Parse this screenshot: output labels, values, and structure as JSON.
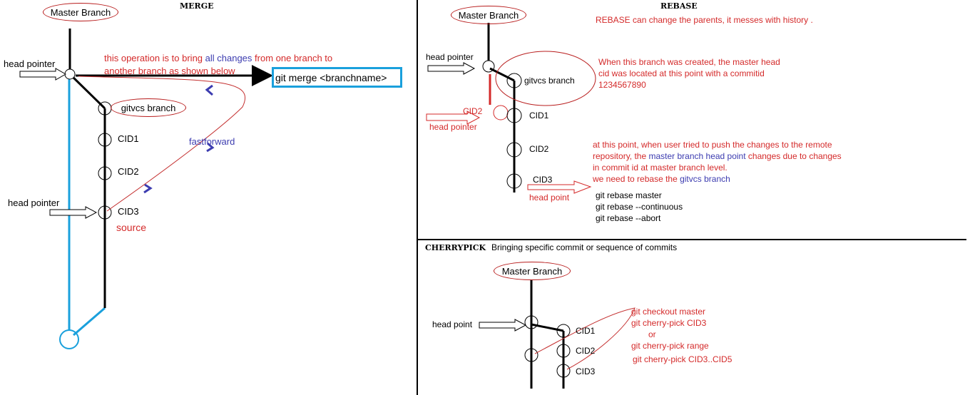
{
  "colors": {
    "line": "#000000",
    "red": "#d42a2a",
    "blue_text": "#3c3cb0",
    "cyan": "#1aa0dc",
    "oval": "#b81c1c"
  },
  "merge": {
    "heading": "MERGE",
    "master_branch": "Master Branch",
    "head_pointer_1": "head pointer",
    "head_pointer_2": "head pointer",
    "desc_part1": "this operation is to bring ",
    "desc_highlight": "all changes",
    "desc_part2": " from one branch to",
    "desc_line2": "another branch as shown below",
    "command": "git merge <branchname>",
    "branch": "gitvcs branch",
    "commits": [
      "CID1",
      "CID2",
      "CID3"
    ],
    "fastforward": "fastforward",
    "source": "source"
  },
  "rebase": {
    "heading": "REBASE",
    "master_branch": "Master Branch",
    "note": "REBASE can change the parents, it messes with history .",
    "head_pointer": "head pointer",
    "cid2": "CID2",
    "head_pointer_red": "head pointer",
    "branch": "gitvcs branch",
    "created_note": [
      "When this branch was created, the master head",
      "cid was located at this point with a commitid",
      "1234567890"
    ],
    "commits": [
      "CID1",
      "CID2",
      "CID3"
    ],
    "push_note_line1": "at this point, when user tried to push the changes to the remote",
    "push_note_line2_a": "repository, the ",
    "push_note_line2_b": "master branch head point",
    "push_note_line2_c": " changes due to changes",
    "push_note_line3": "in commit id at master branch level.",
    "push_note_line4_a": "we need to rebase the ",
    "push_note_line4_b": "gitvcs branch",
    "head_point": "head point",
    "commands": [
      "git rebase master",
      "git rebase  --continuous",
      "git rebase --abort"
    ]
  },
  "cherrypick": {
    "heading": "CHERRYPICK",
    "subtitle": "Bringing specific commit or sequence of commits",
    "master_branch": "Master Branch",
    "head_point": "head point",
    "commits": [
      "CID1",
      "CID2",
      "CID3"
    ],
    "commands": [
      "git checkout master",
      "git cherry-pick CID3",
      "or",
      "git cherry-pick range",
      "git cherry-pick CID3..CID5"
    ]
  }
}
